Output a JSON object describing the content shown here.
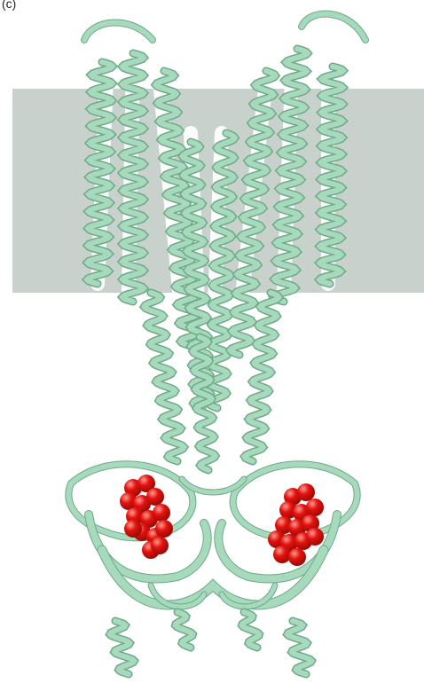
{
  "figure": {
    "panel_label": "(c)",
    "colors": {
      "membrane": "#c8d1cc",
      "ribbon": "#a7d9bd",
      "ribbon_dark": "#6fa98a",
      "ribbon_light": "#d4efe0",
      "ligand": "#e3120f",
      "ligand_highlight": "#ff8a80"
    },
    "description_icons": [
      "membrane-slab",
      "protein-ribbon",
      "ligand-spheres"
    ]
  }
}
